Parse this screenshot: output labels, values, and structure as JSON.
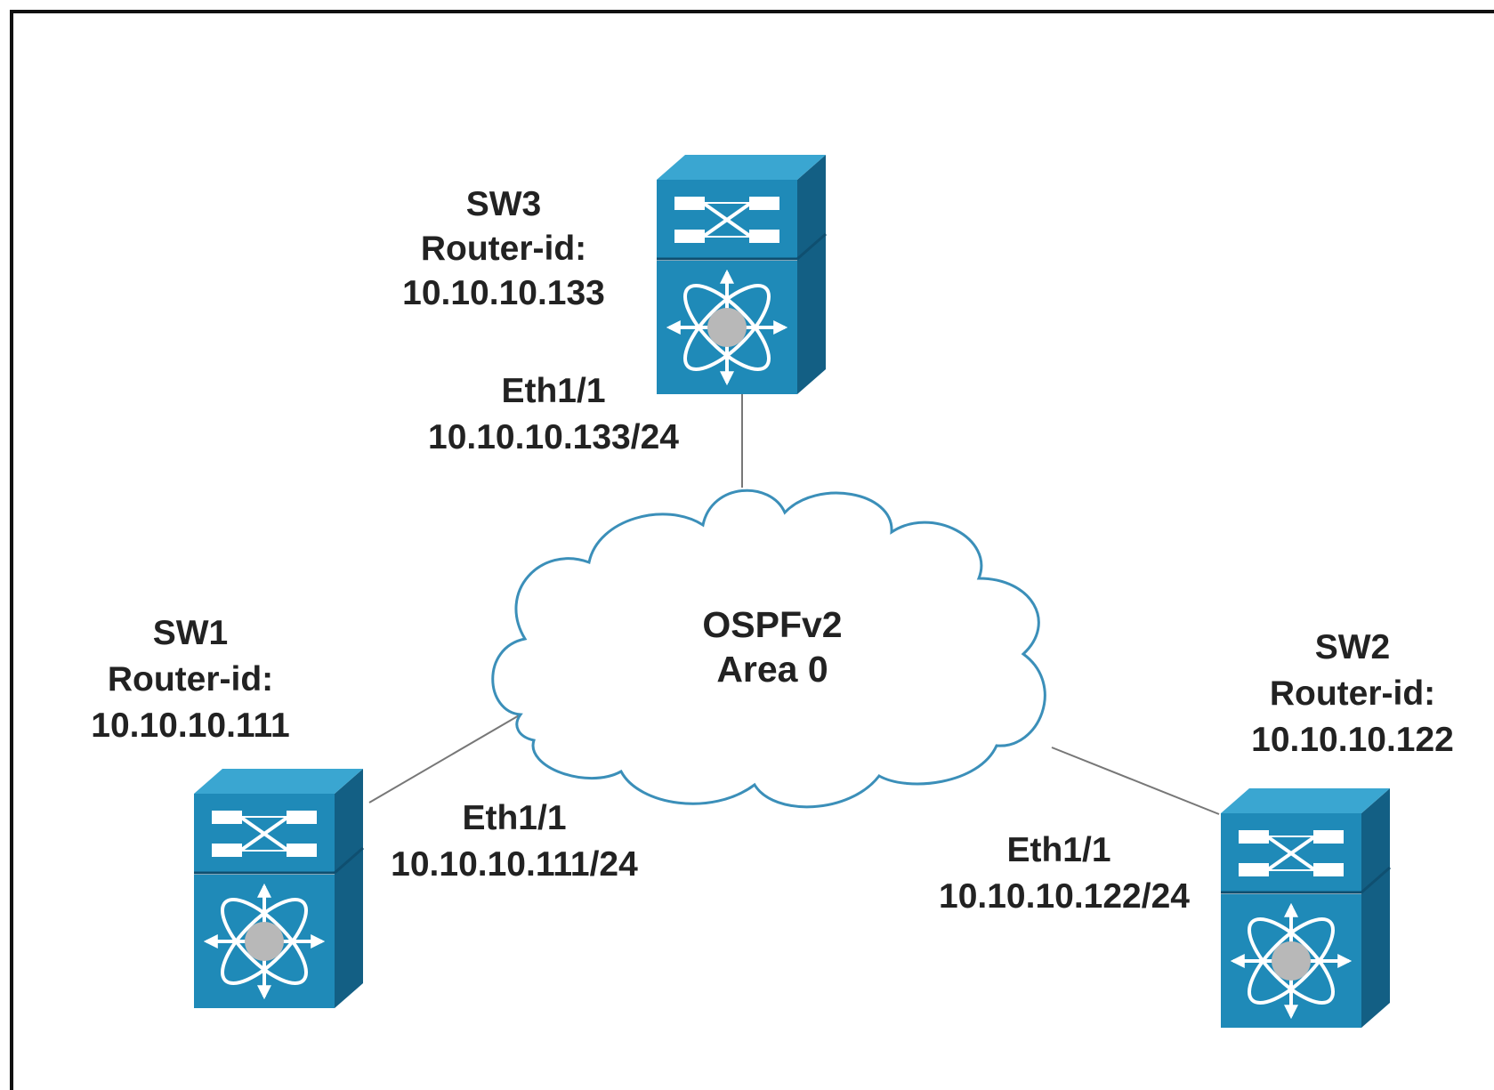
{
  "diagram": {
    "colors": {
      "device_front": "#1f8ab8",
      "device_top": "#3aa6d1",
      "device_side": "#135f84",
      "device_glyph": "#ffffff",
      "device_center": "#b8b8b8",
      "cloud_stroke": "#3b8fb9",
      "link_line": "#777777",
      "frame_border": "#111111"
    },
    "cloud": {
      "line1": "OSPFv2",
      "line2": "Area 0"
    },
    "switches": {
      "sw3": {
        "name": "SW3",
        "router_id_label": "Router-id:",
        "router_id": "10.10.10.133",
        "interface": "Eth1/1",
        "interface_ip": "10.10.10.133/24",
        "icon": "nexus-switch-icon"
      },
      "sw1": {
        "name": "SW1",
        "router_id_label": "Router-id:",
        "router_id": "10.10.10.111",
        "interface": "Eth1/1",
        "interface_ip": "10.10.10.111/24",
        "icon": "nexus-switch-icon"
      },
      "sw2": {
        "name": "SW2",
        "router_id_label": "Router-id:",
        "router_id": "10.10.10.122",
        "interface": "Eth1/1",
        "interface_ip": "10.10.10.122/24",
        "icon": "nexus-switch-icon"
      }
    }
  }
}
